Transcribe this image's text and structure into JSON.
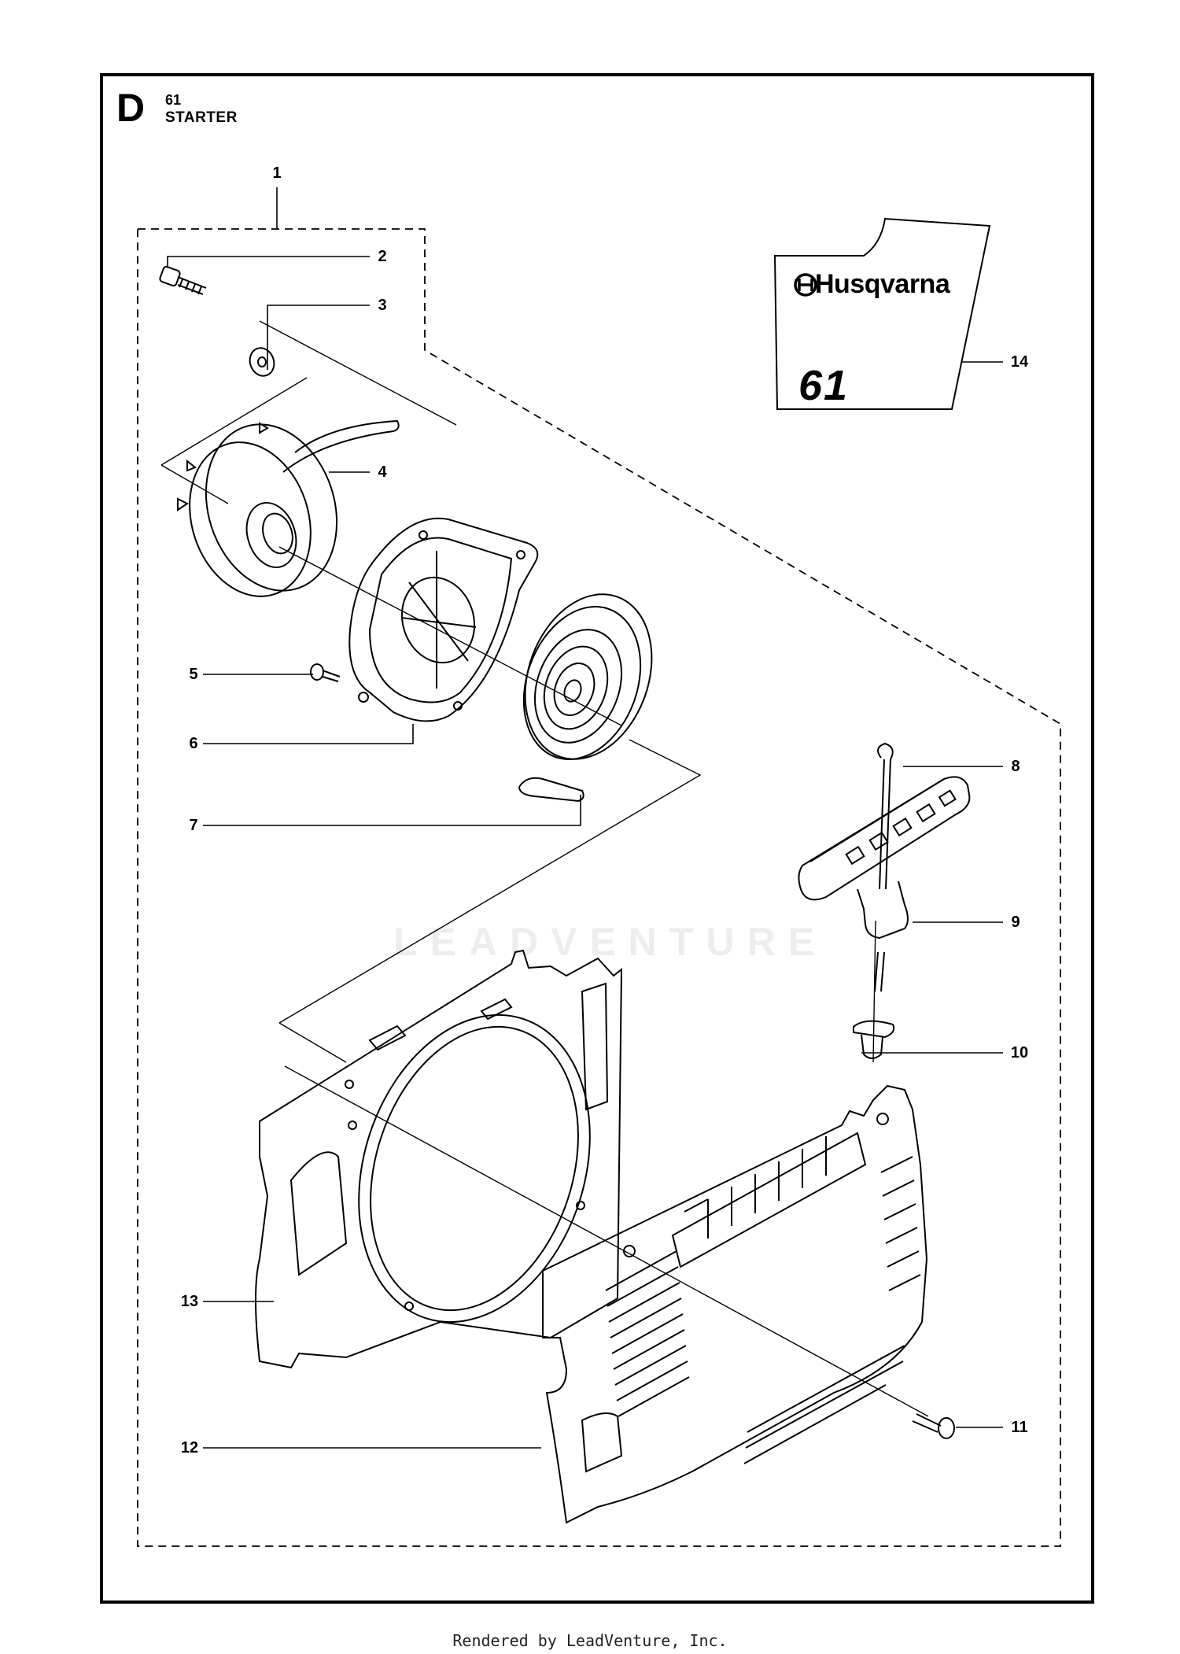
{
  "header": {
    "section_letter": "D",
    "section_number": "61",
    "section_name": "STARTER"
  },
  "callouts": [
    {
      "id": "c1",
      "label": "1"
    },
    {
      "id": "c2",
      "label": "2"
    },
    {
      "id": "c3",
      "label": "3"
    },
    {
      "id": "c4",
      "label": "4"
    },
    {
      "id": "c5",
      "label": "5"
    },
    {
      "id": "c6",
      "label": "6"
    },
    {
      "id": "c7",
      "label": "7"
    },
    {
      "id": "c8",
      "label": "8"
    },
    {
      "id": "c9",
      "label": "9"
    },
    {
      "id": "c10",
      "label": "10"
    },
    {
      "id": "c11",
      "label": "11"
    },
    {
      "id": "c12",
      "label": "12"
    },
    {
      "id": "c13",
      "label": "13"
    },
    {
      "id": "c14",
      "label": "14"
    }
  ],
  "decal": {
    "brand": "Husqvarna",
    "model": "61"
  },
  "watermark": "LEADVENTURE",
  "footer": "Rendered by LeadVenture, Inc."
}
